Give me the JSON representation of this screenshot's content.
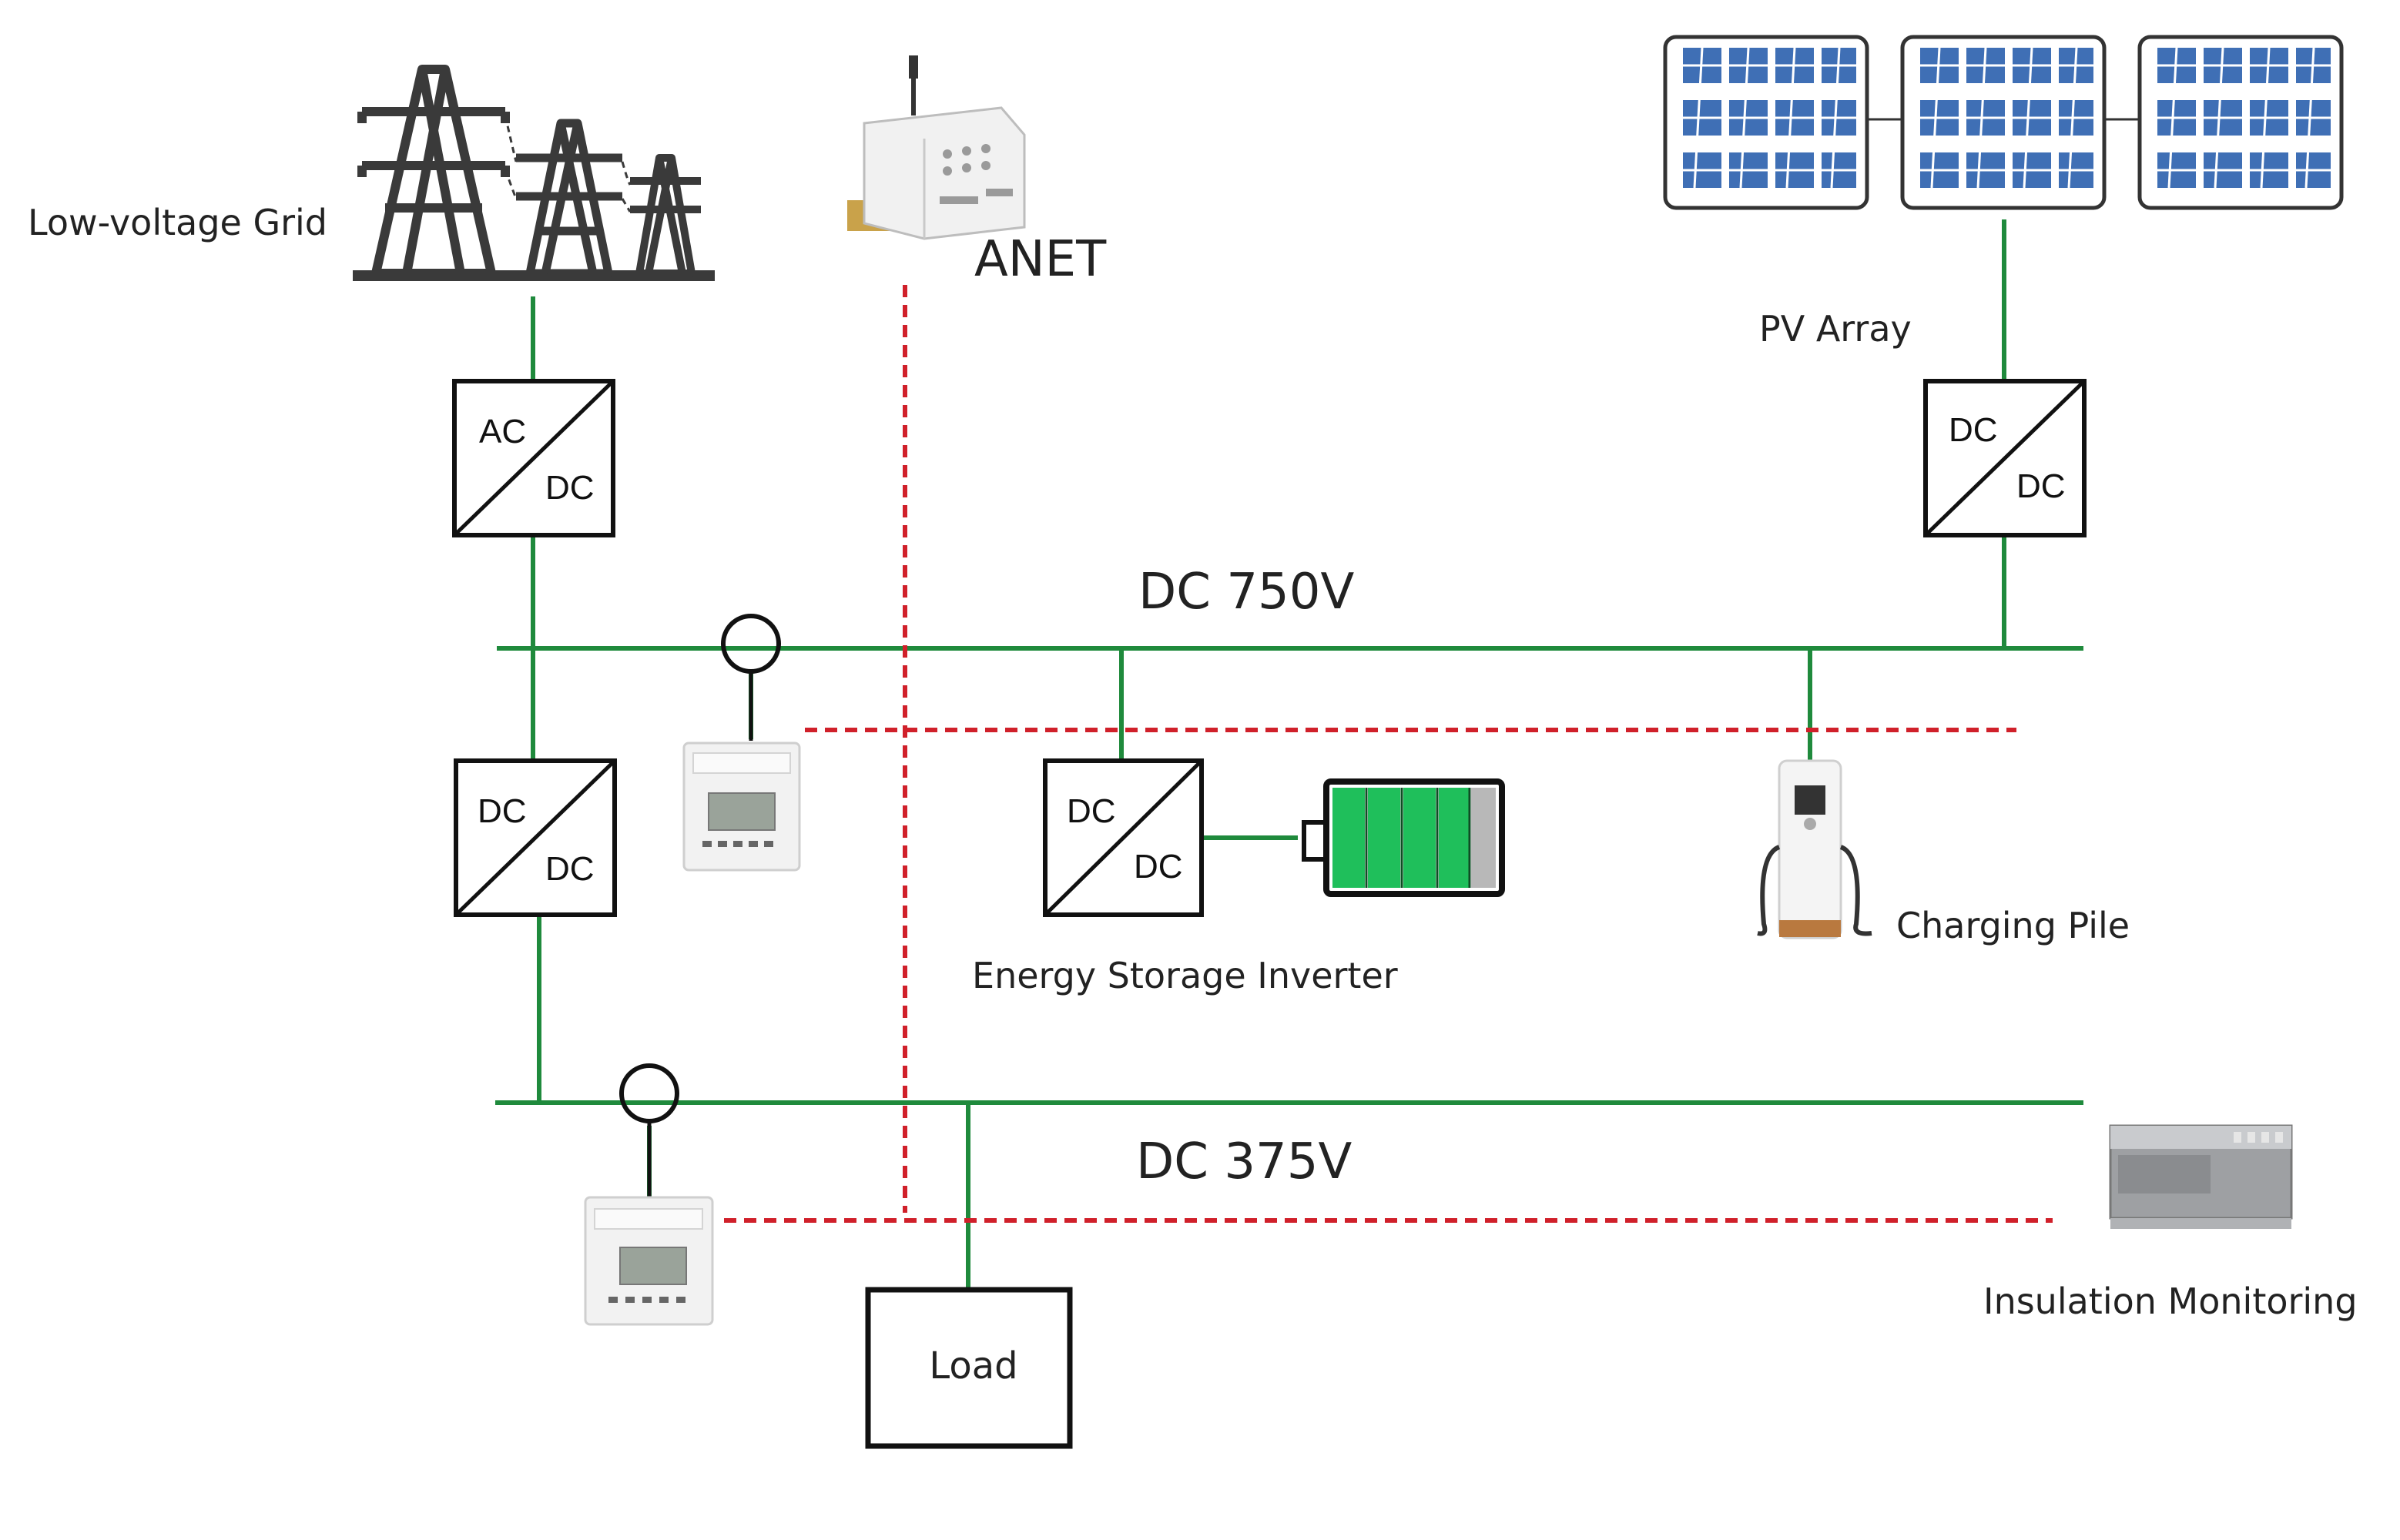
{
  "labels": {
    "grid": "Low-voltage Grid",
    "anet": "ANET",
    "pv": "PV Array",
    "bus_high": "DC 750V",
    "bus_low": "DC 375V",
    "storage": "Energy Storage Inverter",
    "charging": "Charging Pile",
    "insulation": "Insulation Monitoring",
    "load": "Load"
  },
  "converters": {
    "grid": {
      "top": "AC",
      "bottom": "DC"
    },
    "pv": {
      "top": "DC",
      "bottom": "DC"
    },
    "main": {
      "top": "DC",
      "bottom": "DC"
    },
    "storage": {
      "top": "DC",
      "bottom": "DC"
    }
  },
  "colors": {
    "power_line": "#1f8a3c",
    "comm_line": "#d0202a",
    "battery_cell": "#1fbf5b",
    "box_stroke": "#111111"
  },
  "icons": [
    "transmission-tower-icon",
    "gateway-device-icon",
    "solar-panel-icon",
    "energy-meter-icon",
    "battery-icon",
    "charging-pile-icon",
    "insulation-monitor-icon"
  ]
}
